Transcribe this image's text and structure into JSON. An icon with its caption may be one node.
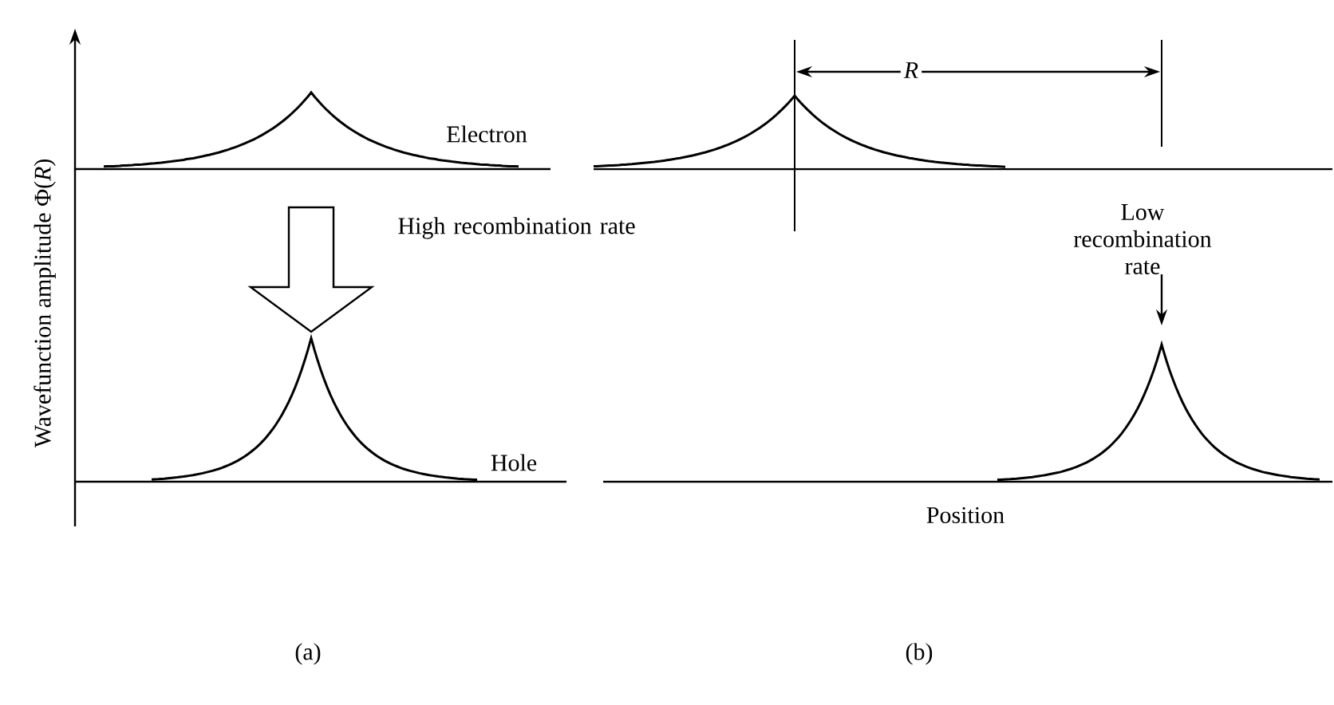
{
  "diagram": {
    "labels": [
      "Wavefunction amplitude Φ(*R*)",
      "R",
      "Electron",
      "High recombination rate",
      "Low recombination rate",
      "Hole",
      "Position",
      "(a)",
      "(b)"
    ]
  }
}
